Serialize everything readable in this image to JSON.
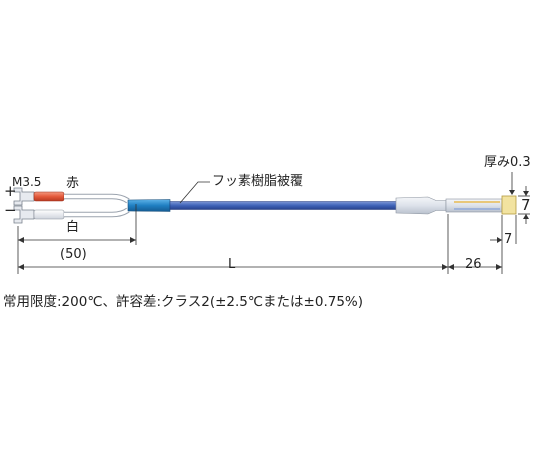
{
  "labels": {
    "screw": "M3.5",
    "red": "赤",
    "white": "白",
    "plus": "+",
    "minus": "−",
    "sheath": "フッ素樹脂被覆",
    "thickness": "厚み0.3",
    "dim_50": "(50)",
    "dim_L": "L",
    "dim_26": "26",
    "dim_7_side": "7",
    "dim_7_bottom": "7"
  },
  "spec_text": "常用限度:200℃、許容差:クラス2(±2.5℃または±0.75%)",
  "colors": {
    "cable": "#3f63b8",
    "boot": "#1f7fc2",
    "red_sleeve": "#e45a3c",
    "sensor_pad": "#f2e3a0",
    "probe": "#dde2ea"
  }
}
